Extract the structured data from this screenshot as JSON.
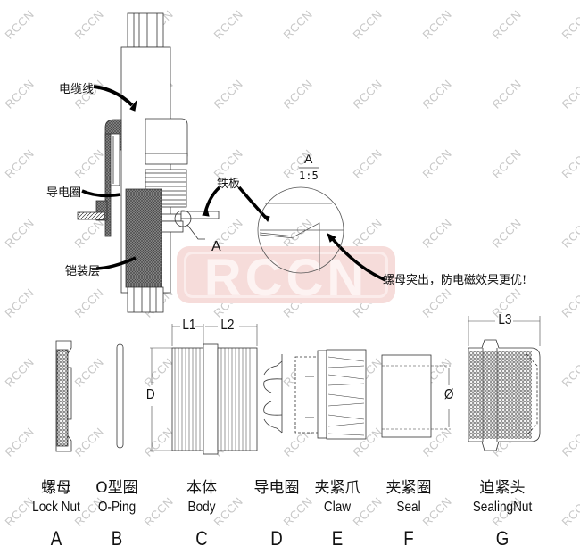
{
  "watermark": {
    "text": "RCCN",
    "logo_text": "RCCN",
    "logo_color": "#f3d2d0"
  },
  "assembly_view": {
    "callouts": {
      "cable": "电缆线",
      "conductive_ring": "导电圈",
      "armor_layer": "铠装层",
      "iron_plate": "铁板",
      "detail_marker": "A"
    }
  },
  "detail_view": {
    "label": "A",
    "scale": "1:5",
    "note": "螺母突出，防电磁效果更优!"
  },
  "dimensions": {
    "L1": "L1",
    "L2": "L2",
    "L3": "L3",
    "D": "D",
    "phi": "Ø"
  },
  "parts": [
    {
      "letter": "A",
      "cn": "螺母",
      "en": "Lock Nut"
    },
    {
      "letter": "B",
      "cn": "O型圈",
      "en": "O-Ping"
    },
    {
      "letter": "C",
      "cn": "本体",
      "en": "Body"
    },
    {
      "letter": "D",
      "cn": "导电圈",
      "en": ""
    },
    {
      "letter": "E",
      "cn": "夹紧爪",
      "en": "Claw"
    },
    {
      "letter": "F",
      "cn": "夹紧圈",
      "en": "Seal"
    },
    {
      "letter": "G",
      "cn": "迫紧头",
      "en": "SealingNut"
    }
  ]
}
